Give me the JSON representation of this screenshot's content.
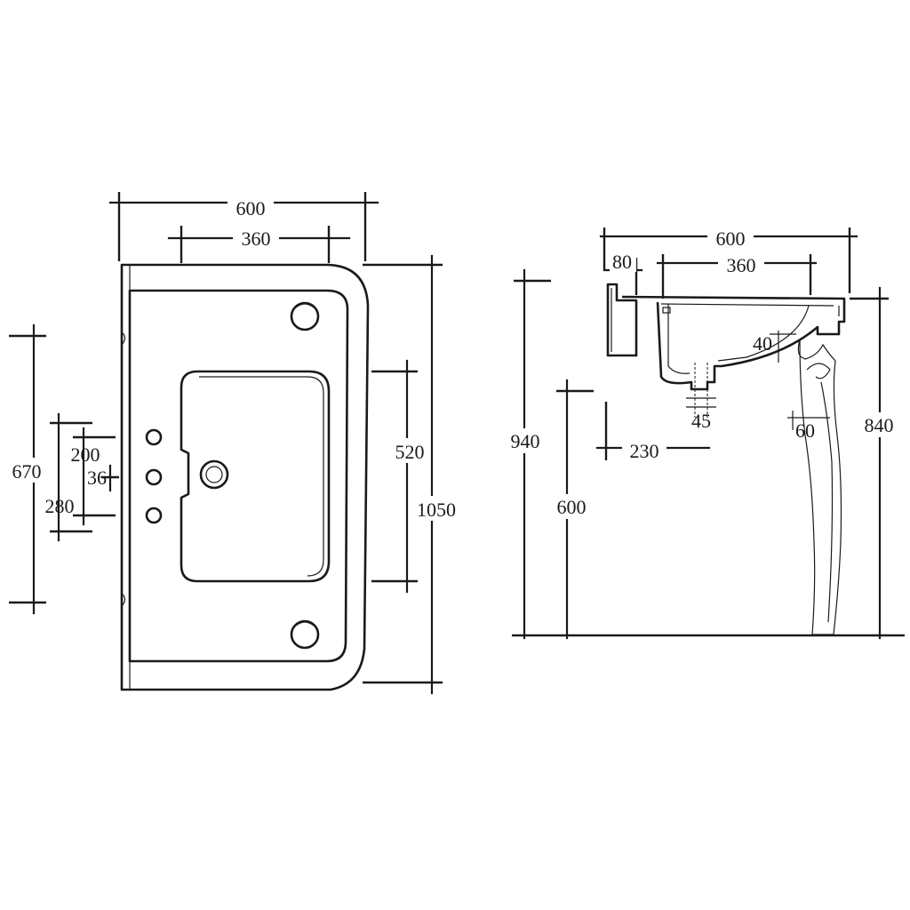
{
  "top_view": {
    "overall_width": "600",
    "bowl_width": "360",
    "overall_depth": "670",
    "tap_spacing": "200",
    "tap_offset": "36",
    "rear_to_tap": "280",
    "bowl_length": "520",
    "overall_length": "1050"
  },
  "side_view": {
    "overall_width": "600",
    "rear_offset": "80",
    "bowl_width": "360",
    "rim_thickness": "40",
    "waste_diameter": "45",
    "waste_offset": "230",
    "leg_section": "60",
    "total_height": "940",
    "waste_height": "600",
    "rim_height": "840"
  }
}
